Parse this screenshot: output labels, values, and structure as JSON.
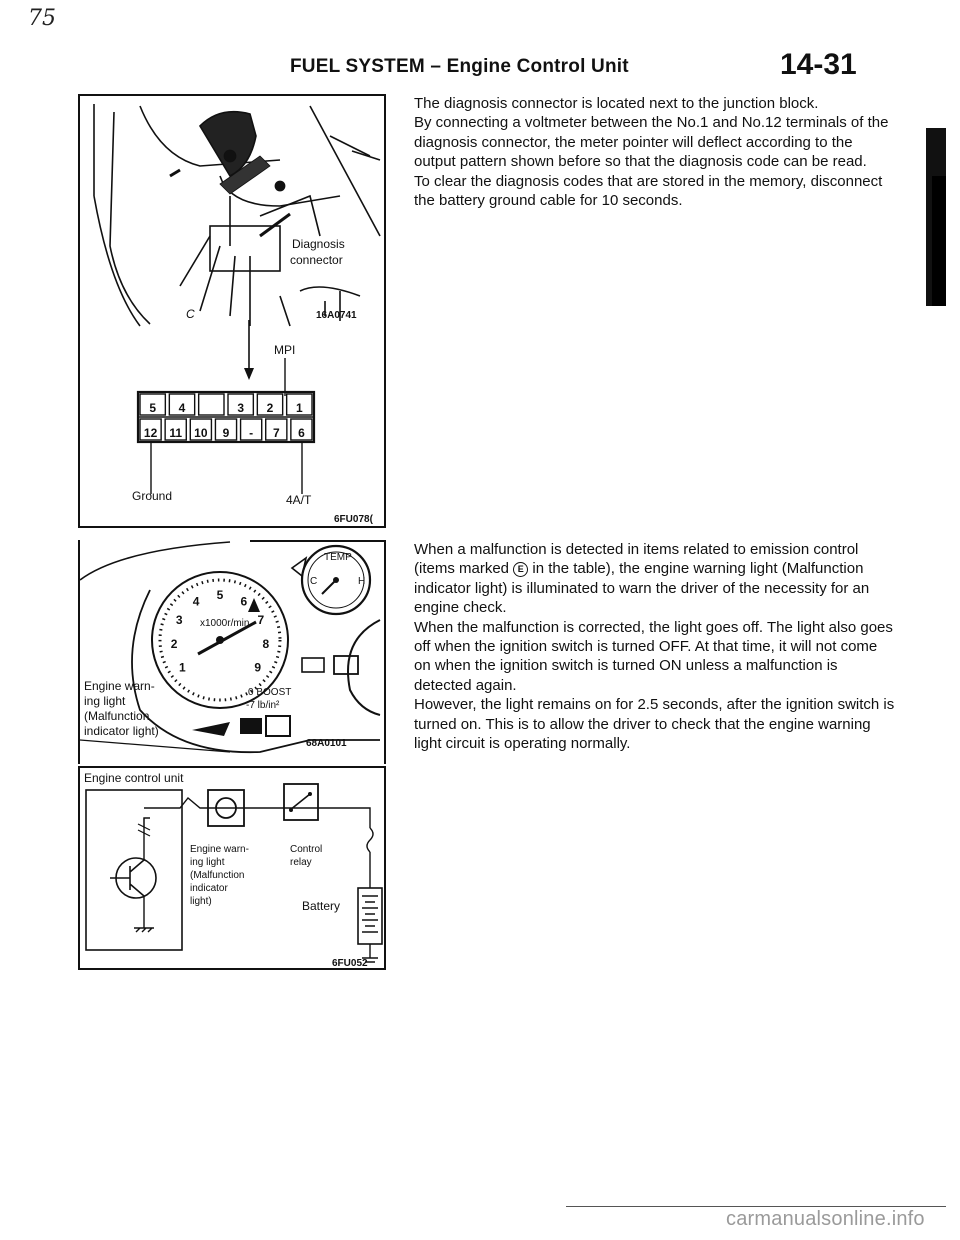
{
  "handnote": "75",
  "header": {
    "title": "FUEL SYSTEM – Engine Control Unit",
    "page": "14-31"
  },
  "figure1": {
    "callout_diagnosis": "Diagnosis connector",
    "code_photo": "16A0741",
    "label_mpi": "MPI",
    "terminals_top": [
      "5",
      "4",
      "",
      "3",
      "2",
      "1"
    ],
    "terminals_bottom": [
      "12",
      "11",
      "10",
      "9",
      "-",
      "7",
      "6"
    ],
    "label_ground": "Ground",
    "label_at": "4A/T",
    "code": "6FU078("
  },
  "figure2": {
    "label_warning": "Engine warn- ing light (Malfunction indicator light)",
    "label_warning_lines": [
      "Engine warn-",
      "ing light",
      "(Malfunction",
      "indicator light)"
    ],
    "tach_numbers": [
      "1",
      "2",
      "3",
      "4",
      "5",
      "6",
      "7",
      "8",
      "9"
    ],
    "tach_unit": "x1000r/min",
    "boost_label": "0 BOOST",
    "boost_unit": "-7 lb/in²",
    "temp_label": "TEMP",
    "temp_c": "C",
    "temp_h": "H",
    "code": "68A0101"
  },
  "figure3": {
    "title": "Engine control unit",
    "label_warning_lines": [
      "Engine warn-",
      "ing light",
      "(Malfunction",
      "indicator",
      "light)"
    ],
    "label_relay_lines": [
      "Control",
      "relay"
    ],
    "label_battery": "Battery",
    "code": "6FU052"
  },
  "section1": {
    "paragraphs": [
      "The diagnosis connector is located next to the junction block.",
      "By connecting a voltmeter between the No.1 and No.12 terminals of the diagnosis connector, the meter pointer will deflect according to the output pattern shown before so that the diagnosis code can be read.",
      "To clear the diagnosis codes that are stored in the memory, disconnect the battery ground cable for 10 seconds."
    ]
  },
  "section2": {
    "p1_before": "When a malfunction is detected in items related to emission control (items marked",
    "badge": "E",
    "p1_after": "in the table), the engine warning light (Malfunction indicator light) is illuminated to warn the driver of the necessity for an engine check.",
    "p2": "When the malfunction is corrected, the light goes off. The light also goes off when the ignition switch is turned OFF. At that time, it will not come on when the ignition switch is turned ON unless a malfunction is detected again.",
    "p3": "However, the light remains on for 2.5 seconds, after the ignition switch is turned on. This is to allow the driver to check that the engine warning light circuit is operating normally."
  },
  "footer": {
    "url": "carmanualsonline.info"
  }
}
